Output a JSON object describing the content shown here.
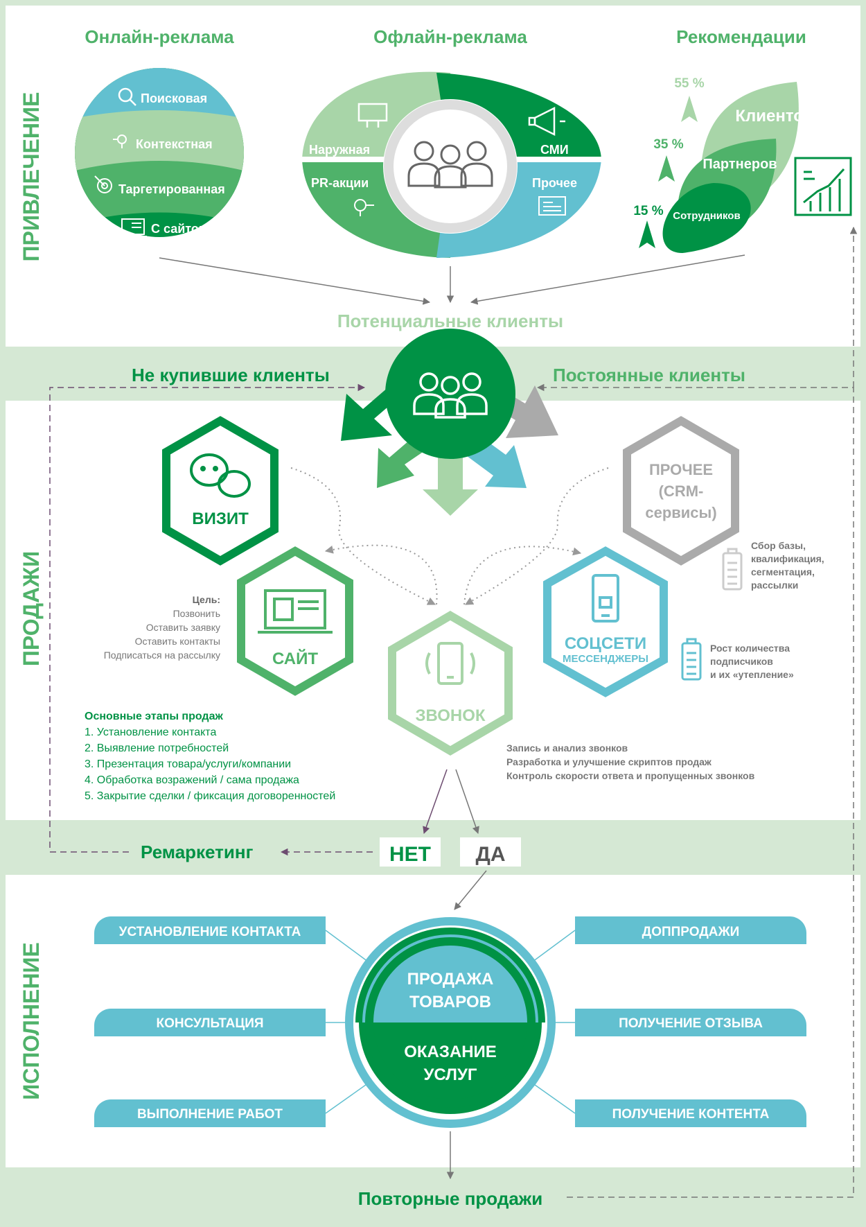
{
  "sections": {
    "attraction": "ПРИВЛЕЧЕНИЕ",
    "sales": "ПРОДАЖИ",
    "execution": "ИСПОЛНЕНИЕ"
  },
  "attraction": {
    "online": {
      "title": "Онлайн-реклама",
      "items": [
        "Поисковая",
        "Контекстная",
        "Таргетированная",
        "С сайтов"
      ]
    },
    "offline": {
      "title": "Офлайн-реклама",
      "outdoor": "Наружная",
      "media": "СМИ",
      "pr": "PR-акции",
      "other": "Прочее"
    },
    "recommendations": {
      "title": "Рекомендации",
      "clients": "Клиентов",
      "partners": "Партнеров",
      "employees": "Сотрудников",
      "pct_55": "55 %",
      "pct_35": "35 %",
      "pct_15": "15 %"
    },
    "potential_clients": "Потенциальные клиенты"
  },
  "band": {
    "not_bought": "Не купившие клиенты",
    "regular": "Постоянные клиенты"
  },
  "channels": {
    "visit": "ВИЗИТ",
    "site": "САЙТ",
    "call": "ЗВОНОК",
    "social_1": "СОЦСЕТИ",
    "social_2": "МЕССЕНДЖЕРЫ",
    "other_1": "ПРОЧЕЕ",
    "other_2": "(CRM-",
    "other_3": "сервисы)"
  },
  "notes": {
    "goal": [
      "Цель:",
      "Позвонить",
      "Оставить заявку",
      "Оставить контакты",
      "Подписаться на рассылку"
    ],
    "crm": [
      "Сбор базы,",
      "квалификация,",
      "сегментация,",
      "рассылки"
    ],
    "social": [
      "Рост количества",
      "подписчиков",
      "и их «утепление»"
    ],
    "calls": [
      "Запись и анализ звонков",
      "Разработка и улучшение скриптов продаж",
      "Контроль скорости ответа и пропущенных звонков"
    ],
    "stages_title": "Основные этапы продаж",
    "stages": [
      "1. Установление контакта",
      "2. Выявление потребностей",
      "3. Презентация товара/услуги/компании",
      "4. Обработка возражений / сама продажа",
      "5. Закрытие сделки / фиксация договоренностей"
    ]
  },
  "decision": {
    "remarketing": "Ремаркетинг",
    "no": "НЕТ",
    "yes": "ДА"
  },
  "execution": {
    "sale_1": "ПРОДАЖА",
    "sale_2": "ТОВАРОВ",
    "service_1": "ОКАЗАНИЕ",
    "service_2": "УСЛУГ",
    "left": [
      "УСТАНОВЛЕНИЕ КОНТАКТА",
      "КОНСУЛЬТАЦИЯ",
      "ВЫПОЛНЕНИЕ РАБОТ"
    ],
    "right": [
      "ДОППРОДАЖИ",
      "ПОЛУЧЕНИЕ ОТЗЫВА",
      "ПОЛУЧЕНИЕ КОНТЕНТА"
    ]
  },
  "repeat_sales": "Повторные продажи",
  "colors": {
    "green_dark": "#009245",
    "green_mid": "#4fb26a",
    "green_light": "#a8d5a8",
    "teal": "#62c0d0",
    "grey": "#aaaaaa",
    "band": "#d5e8d4",
    "purple": "#6d4c70"
  }
}
